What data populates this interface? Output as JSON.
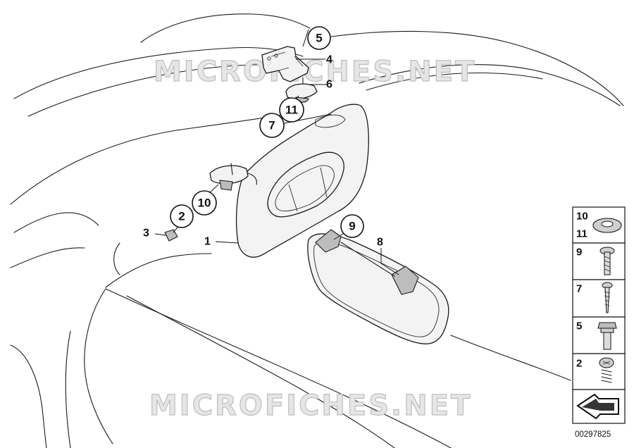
{
  "watermark": "MICROFICHES.NET",
  "document_number": "00297825",
  "callouts": [
    {
      "label": "5",
      "circled": true
    },
    {
      "label": "4",
      "circled": false
    },
    {
      "label": "6",
      "circled": false
    },
    {
      "label": "11",
      "circled": true
    },
    {
      "label": "7",
      "circled": true
    },
    {
      "label": "10",
      "circled": true
    },
    {
      "label": "2",
      "circled": true
    },
    {
      "label": "3",
      "circled": false
    },
    {
      "label": "1",
      "circled": false
    },
    {
      "label": "9",
      "circled": true
    },
    {
      "label": "8",
      "circled": false
    }
  ],
  "legend": [
    {
      "labels": [
        "10",
        "11"
      ],
      "icon": "washer-icon"
    },
    {
      "labels": [
        "9"
      ],
      "icon": "pan-head-screw-icon"
    },
    {
      "labels": [
        "7"
      ],
      "icon": "self-tapping-screw-icon"
    },
    {
      "labels": [
        "5"
      ],
      "icon": "hex-bolt-icon"
    },
    {
      "labels": [
        "2"
      ],
      "icon": "spring-screw-icon"
    },
    {
      "labels": [],
      "icon": "direction-arrow-icon"
    }
  ]
}
